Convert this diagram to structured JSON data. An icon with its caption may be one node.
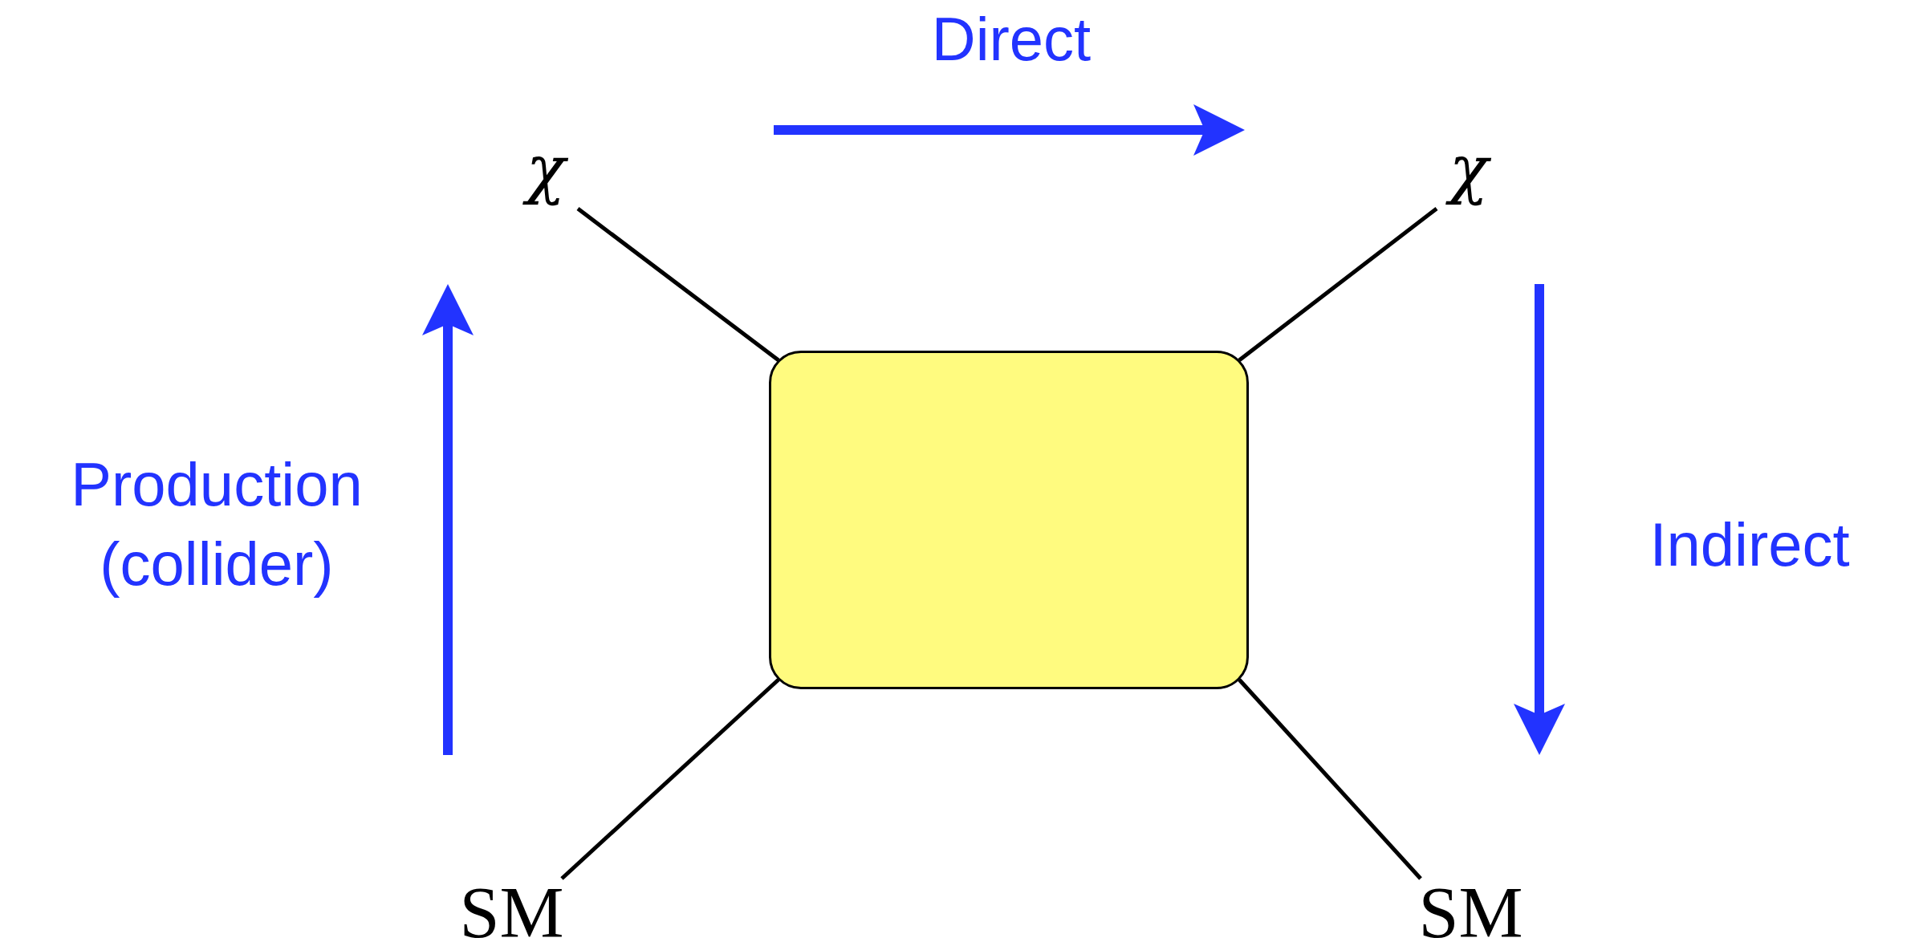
{
  "diagram": {
    "nodes": [
      {
        "text": [
          "χ"
        ]
      },
      {
        "text": [
          "χ"
        ]
      },
      {
        "text": [],
        "shape": "box"
      },
      {
        "text": [
          "SM"
        ]
      },
      {
        "text": [
          "SM"
        ]
      }
    ],
    "edges": [
      {
        "from": 0,
        "to": 2,
        "arrow": "none"
      },
      {
        "from": 1,
        "to": 2,
        "arrow": "none"
      },
      {
        "from": 3,
        "to": 2,
        "arrow": "none"
      },
      {
        "from": 4,
        "to": 2,
        "arrow": "none"
      }
    ],
    "labels": [
      "Direct",
      "Production (collider)",
      "Indirect"
    ]
  }
}
